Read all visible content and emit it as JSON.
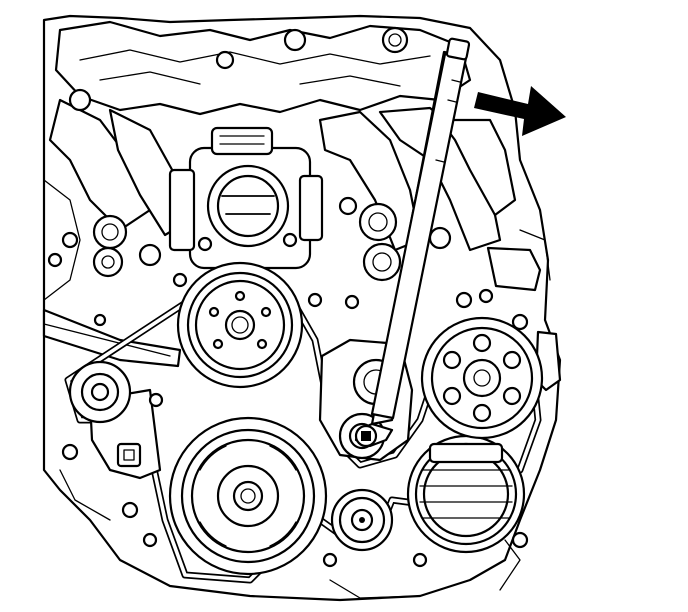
{
  "figure": {
    "style": "black-and-white line art",
    "colors": {
      "line": "#000000",
      "background": "#ffffff",
      "arrow": "#000000"
    },
    "arrow_direction": "right",
    "components": [
      "intake-manifold",
      "throttle-body",
      "breaker-bar",
      "crankshaft-pulley",
      "power-steering-pulley",
      "drive-belt",
      "belt-tensioner",
      "idler-pulley",
      "ac-compressor-pulley",
      "water-pump-pulley",
      "generator-pulley"
    ]
  }
}
